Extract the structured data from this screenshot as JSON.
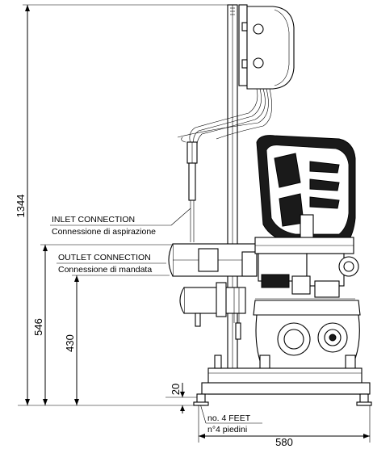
{
  "dimensions": {
    "overall_height": "1344",
    "inlet_height": "546",
    "outlet_height": "430",
    "feet_height": "20",
    "overall_width": "580"
  },
  "labels": {
    "inlet_en": "INLET CONNECTION",
    "inlet_it": "Connessione di aspirazione",
    "outlet_en": "OUTLET CONNECTION",
    "outlet_it": "Connessione di mandata",
    "feet_en": "no. 4 FEET",
    "feet_it": "n°4 piedini"
  }
}
